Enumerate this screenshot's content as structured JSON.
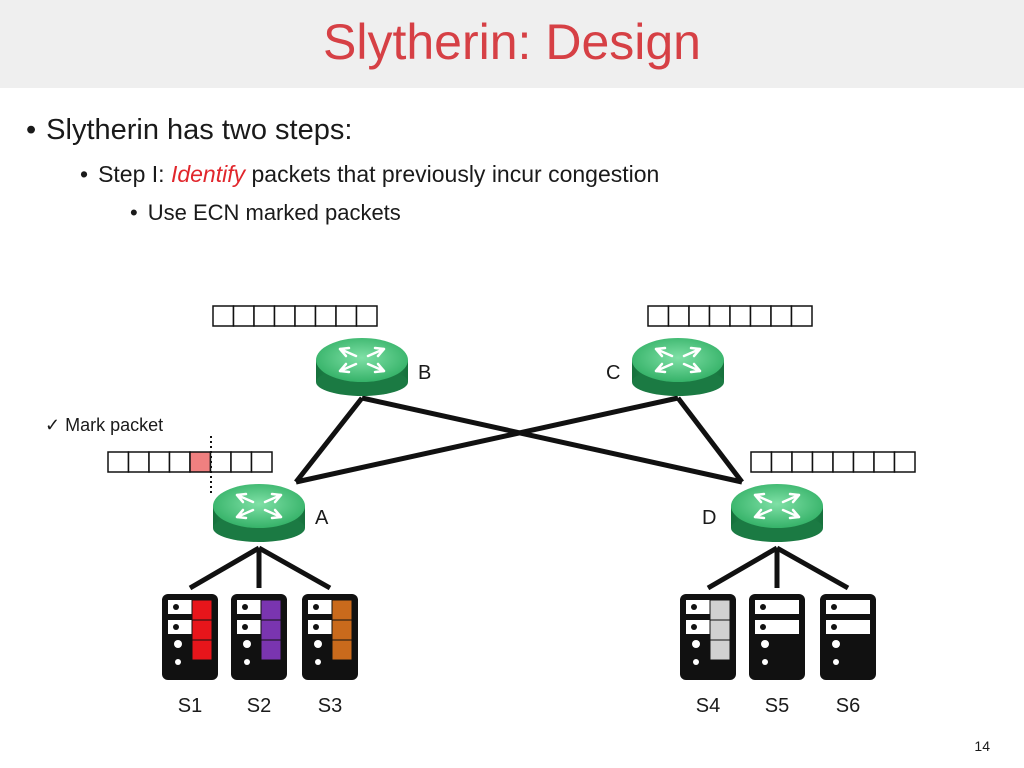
{
  "slide": {
    "title": "Slytherin: Design",
    "page_number": "14"
  },
  "bullets": {
    "level1": "Slytherin has two steps:",
    "level2_prefix": "Step I: ",
    "level2_emphasis": "Identify",
    "level2_suffix": " packets that previously incur congestion",
    "level3": "Use ECN marked packets"
  },
  "diagram": {
    "mark_label": "✓ Mark packet",
    "colors": {
      "router_top": "#4cc47e",
      "router_side": "#1e8a4c",
      "link": "#111111",
      "marked_cell": "#f08080",
      "s1_packets": "#e8151b",
      "s2_packets": "#7a35b0",
      "s3_packets": "#c96a1c",
      "s4_packets": "#d0d0d0"
    },
    "routers": [
      {
        "id": "A",
        "label": "A"
      },
      {
        "id": "B",
        "label": "B"
      },
      {
        "id": "C",
        "label": "C"
      },
      {
        "id": "D",
        "label": "D"
      }
    ],
    "queues": [
      {
        "id": "queue-b",
        "cells": 8,
        "marked_index": null
      },
      {
        "id": "queue-c",
        "cells": 8,
        "marked_index": null
      },
      {
        "id": "queue-a",
        "cells": 8,
        "marked_index": 4
      },
      {
        "id": "queue-d",
        "cells": 8,
        "marked_index": null
      }
    ],
    "servers": [
      {
        "id": "s1",
        "label": "S1",
        "packet_color": "s1_packets"
      },
      {
        "id": "s2",
        "label": "S2",
        "packet_color": "s2_packets"
      },
      {
        "id": "s3",
        "label": "S3",
        "packet_color": "s3_packets"
      },
      {
        "id": "s4",
        "label": "S4",
        "packet_color": "s4_packets"
      },
      {
        "id": "s5",
        "label": "S5",
        "packet_color": null
      },
      {
        "id": "s6",
        "label": "S6",
        "packet_color": null
      }
    ]
  }
}
